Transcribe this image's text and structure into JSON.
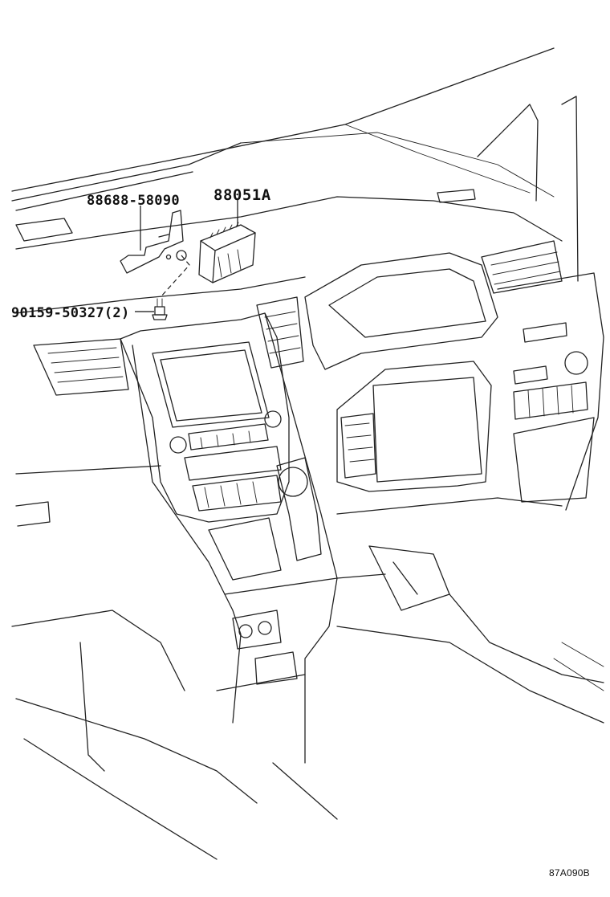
{
  "diagram": {
    "part_labels": {
      "bracket": "88688-58090",
      "module": "88051A",
      "bolt": "90159-50327(2)"
    },
    "reference_code": "87A090B"
  }
}
